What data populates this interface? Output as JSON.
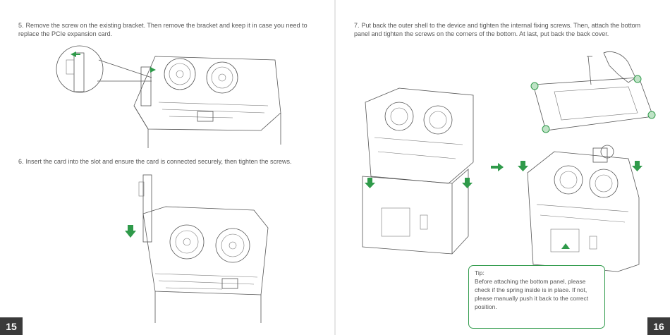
{
  "left_page": {
    "step5": {
      "number": "5.",
      "text": "Remove the screw on the existing bracket. Then remove the bracket and keep it in case you need to replace the PCIe expansion card."
    },
    "step6": {
      "number": "6.",
      "text": "Insert the card into the slot and ensure the card is connected securely, then tighten the screws."
    },
    "page_number": "15"
  },
  "right_page": {
    "step7": {
      "number": "7.",
      "text": "Put back the outer shell to the device and tighten the internal fixing screws. Then, attach the bottom panel and tighten the screws on the corners of the bottom. At last, put back the back cover."
    },
    "tip": {
      "title": "Tip:",
      "text": "Before attaching the bottom panel, please check if the spring inside is in place. If not, please manually push it back to the correct position."
    },
    "page_number": "16"
  },
  "colors": {
    "accent_green": "#2f9a4a",
    "page_number_bg": "#3a3a3a",
    "line_art": "#555555"
  }
}
